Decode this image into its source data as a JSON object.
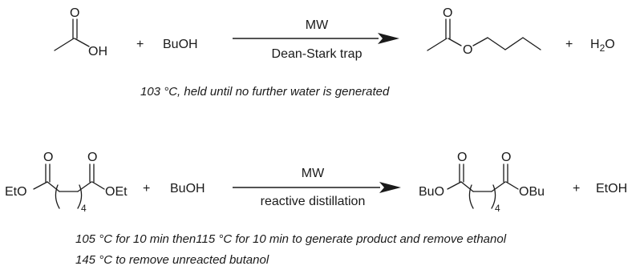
{
  "reaction1": {
    "reactant1": {
      "oxygen": "O",
      "hydroxyl": "OH"
    },
    "plus1": "+",
    "reactant2": "BuOH",
    "arrow_above": "MW",
    "arrow_below": "Dean-Stark trap",
    "product1": {
      "carbonyl_oxygen": "O",
      "ester_oxygen": "O"
    },
    "plus2": "+",
    "product2": {
      "main": "H",
      "subscript": "2",
      "tail": "O"
    },
    "conditions": "103 °C, held until no further water is generated"
  },
  "reaction2": {
    "reactant1": {
      "left_group": "EtO",
      "o_left": "O",
      "o_right": "O",
      "right_group": "OEt",
      "subscript": "4"
    },
    "plus1": "+",
    "reactant2": "BuOH",
    "arrow_above": "MW",
    "arrow_below": "reactive distillation",
    "product1": {
      "left_group": "BuO",
      "o_left": "O",
      "o_right": "O",
      "right_group": "OBu",
      "subscript": "4"
    },
    "plus2": "+",
    "product2": "EtOH",
    "conditions_line1": "105 °C for 10 min then115 °C for 10 min to generate product and remove ethanol",
    "conditions_line2": "145 °C to remove unreacted butanol"
  }
}
